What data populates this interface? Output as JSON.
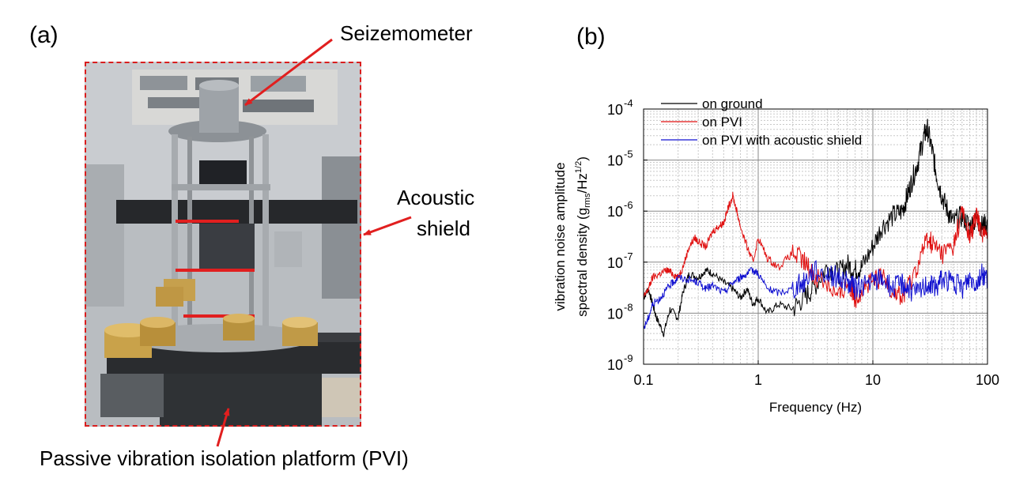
{
  "panel_a": {
    "letter": "(a)",
    "labels": {
      "seismometer": "Seizemometer",
      "acoustic_shield_line1": "Acoustic",
      "acoustic_shield_line2": "shield",
      "pvi": "Passive vibration isolation platform (PVI)"
    },
    "colors": {
      "annotation": "#e11f1f"
    }
  },
  "panel_b": {
    "letter": "(b)"
  },
  "chart_data": {
    "type": "line",
    "xlabel": "Frequency (Hz)",
    "ylabel_line1": "vibration noise amplitude",
    "ylabel_line2_prefix": "spectral density (g",
    "ylabel_line2_sub": "rms",
    "ylabel_line2_mid": "/Hz",
    "ylabel_line2_sup": "1/2",
    "ylabel_line2_suffix": ")",
    "xscale": "log",
    "yscale": "log",
    "xlim": [
      0.1,
      100
    ],
    "ylim": [
      1e-09,
      0.0001
    ],
    "x_ticks": [
      {
        "value": 0.1,
        "label": "0.1"
      },
      {
        "value": 1,
        "label": "1"
      },
      {
        "value": 10,
        "label": "10"
      },
      {
        "value": 100,
        "label": "100"
      }
    ],
    "y_ticks": [
      {
        "value": 1e-09,
        "exp": "-9"
      },
      {
        "value": 1e-08,
        "exp": "-8"
      },
      {
        "value": 1e-07,
        "exp": "-7"
      },
      {
        "value": 1e-06,
        "exp": "-6"
      },
      {
        "value": 1e-05,
        "exp": "-5"
      },
      {
        "value": 0.0001,
        "exp": "-4"
      }
    ],
    "y_tick_base": "10",
    "grid": true,
    "legend_position": "top-left",
    "series": [
      {
        "name": "on ground",
        "color": "#000000",
        "x": [
          0.1,
          0.11,
          0.12,
          0.13,
          0.15,
          0.17,
          0.2,
          0.22,
          0.25,
          0.3,
          0.35,
          0.4,
          0.5,
          0.6,
          0.7,
          0.8,
          0.9,
          1.0,
          1.2,
          1.5,
          2,
          2.5,
          3,
          4,
          5,
          6,
          7,
          8,
          10,
          12,
          15,
          18,
          20,
          22,
          25,
          28,
          30,
          33,
          36,
          40,
          45,
          50,
          60,
          70,
          80,
          90,
          100
        ],
        "y": [
          2e-08,
          3e-08,
          1.5e-08,
          8e-09,
          4e-09,
          1.2e-08,
          8e-09,
          2.5e-08,
          6e-08,
          5e-08,
          7e-08,
          6e-08,
          4e-08,
          3e-08,
          2e-08,
          3e-08,
          1.5e-08,
          2e-08,
          1e-08,
          1.5e-08,
          1.2e-08,
          2e-08,
          3e-08,
          8e-08,
          6e-08,
          9e-08,
          7e-08,
          8e-08,
          2e-07,
          5e-07,
          8e-07,
          1e-06,
          2e-06,
          4e-06,
          1e-05,
          3e-05,
          4e-05,
          1.5e-05,
          5e-06,
          2e-06,
          1e-06,
          6e-07,
          8e-07,
          5e-07,
          7e-07,
          5e-07,
          6e-07
        ]
      },
      {
        "name": "on PVI",
        "color": "#e01010",
        "x": [
          0.1,
          0.11,
          0.12,
          0.14,
          0.16,
          0.18,
          0.2,
          0.22,
          0.25,
          0.28,
          0.3,
          0.35,
          0.4,
          0.45,
          0.5,
          0.55,
          0.6,
          0.65,
          0.7,
          0.8,
          0.9,
          1.0,
          1.2,
          1.5,
          2,
          2.5,
          3,
          4,
          5,
          6,
          7,
          8,
          10,
          12,
          15,
          18,
          20,
          25,
          30,
          35,
          40,
          50,
          60,
          70,
          80,
          90,
          100
        ],
        "y": [
          2e-08,
          3e-08,
          5e-08,
          6e-08,
          7e-08,
          6e-08,
          5e-08,
          8e-08,
          2e-07,
          3e-07,
          2.5e-07,
          2e-07,
          4e-07,
          5e-07,
          6e-07,
          1.2e-06,
          2e-06,
          1e-06,
          5e-07,
          2e-07,
          1e-07,
          3e-07,
          1.2e-07,
          8e-08,
          1.5e-07,
          1e-07,
          6e-08,
          4e-08,
          2e-08,
          4e-08,
          2e-08,
          3e-08,
          4e-08,
          5e-08,
          3e-08,
          2e-08,
          3e-08,
          1e-07,
          3e-07,
          2e-07,
          1.5e-07,
          2e-07,
          1e-06,
          3e-07,
          8e-07,
          4e-07,
          3e-07
        ]
      },
      {
        "name": "on PVI with acoustic shield",
        "color": "#1010d0",
        "x": [
          0.1,
          0.11,
          0.12,
          0.14,
          0.16,
          0.18,
          0.2,
          0.25,
          0.3,
          0.35,
          0.4,
          0.5,
          0.6,
          0.7,
          0.8,
          0.9,
          1.0,
          1.2,
          1.5,
          2,
          2.5,
          3,
          4,
          5,
          6,
          7,
          8,
          10,
          12,
          15,
          18,
          20,
          25,
          30,
          35,
          40,
          50,
          60,
          70,
          80,
          90,
          100
        ],
        "y": [
          5e-09,
          8e-09,
          1.5e-08,
          2e-08,
          3e-08,
          4e-08,
          5e-08,
          4.5e-08,
          4e-08,
          3e-08,
          3.5e-08,
          2.5e-08,
          4e-08,
          5e-08,
          6e-08,
          7e-08,
          6e-08,
          3e-08,
          2.5e-08,
          3e-08,
          4e-08,
          7e-08,
          6e-08,
          5e-08,
          4e-08,
          3e-08,
          3.5e-08,
          4e-08,
          5e-08,
          3e-08,
          4e-08,
          3e-08,
          2.5e-08,
          4e-08,
          3e-08,
          5e-08,
          4e-08,
          3e-08,
          5e-08,
          4e-08,
          6e-08,
          5e-08
        ]
      }
    ]
  }
}
